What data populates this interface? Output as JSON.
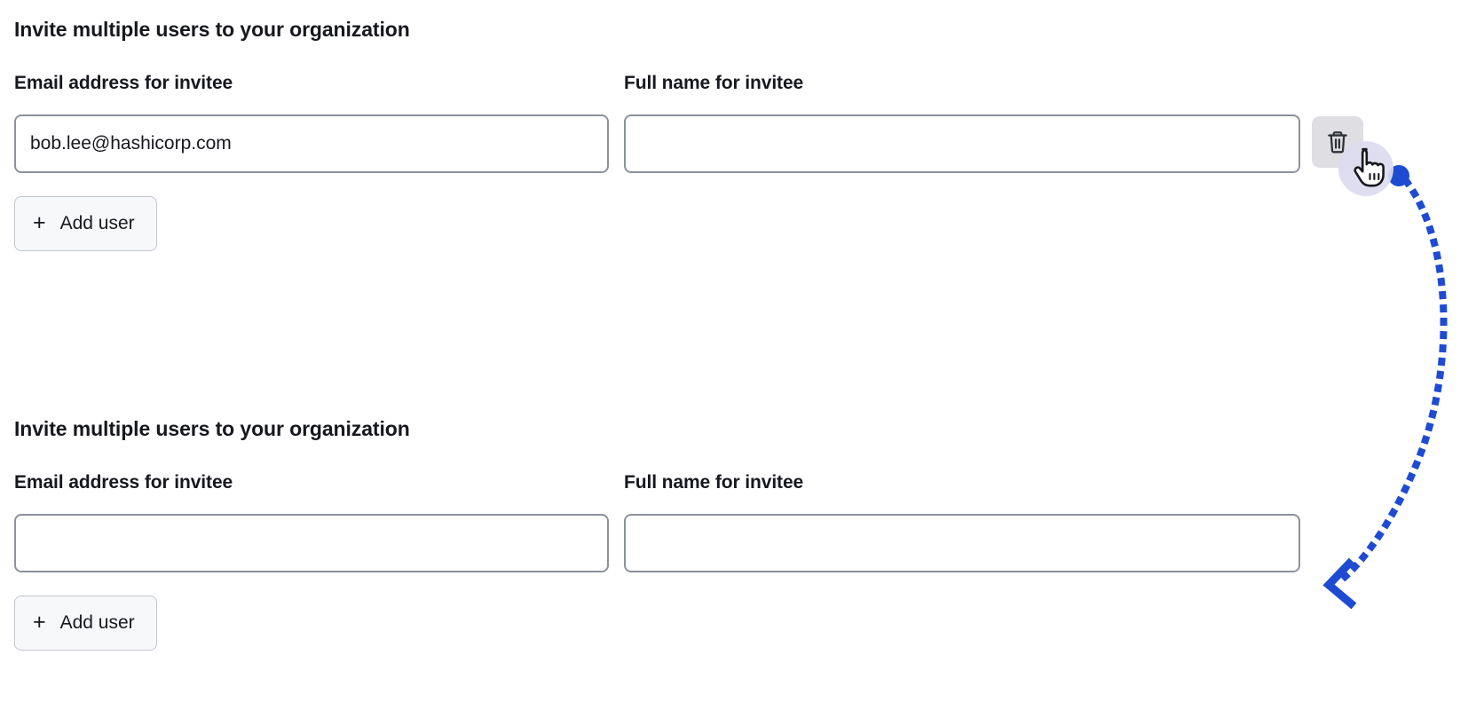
{
  "meta": {
    "accent_blue": "#1e4bd2",
    "cursor_halo_color": "#dcdbf0",
    "input_border_color": "#8c919d",
    "text_color": "#16181d",
    "icon_button_bg": "#dedee3",
    "add_button_bg": "#f7f8fa"
  },
  "sections": [
    {
      "title": "Invite multiple users to your organization",
      "email_label": "Email address for invitee",
      "email_value": "bob.lee@hashicorp.com",
      "email_placeholder": "",
      "name_label": "Full name for invitee",
      "name_value": "",
      "name_placeholder": "",
      "delete_button_title": "Remove invitee",
      "add_button_label": "Add user",
      "add_button_plus": "+"
    },
    {
      "title": "Invite multiple users to your organization",
      "email_label": "Email address for invitee",
      "email_value": "",
      "email_placeholder": "",
      "name_label": "Full name for invitee",
      "name_value": "",
      "name_placeholder": "",
      "add_button_label": "Add user",
      "add_button_plus": "+"
    }
  ],
  "annotation": {
    "icons": {
      "trash": "trash-icon",
      "cursor": "pointer-hand-cursor",
      "marker": "blue-dot-marker",
      "arrow": "curved-dotted-arrow"
    }
  }
}
